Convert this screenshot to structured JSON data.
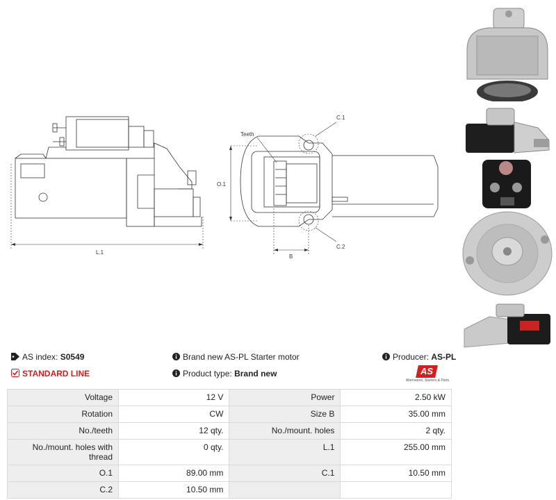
{
  "header": {
    "as_index_label": "AS index:",
    "as_index_value": "S0549",
    "standard_line": "STANDARD LINE",
    "description": "Brand new AS-PL Starter motor",
    "product_type_label": "Product type:",
    "product_type_value": "Brand new",
    "producer_label": "Producer:",
    "producer_value": "AS-PL"
  },
  "logo": {
    "mark": "AS",
    "tagline": "Alternators, Starters & Parts"
  },
  "drawing_labels": {
    "l1": "L.1",
    "o1": "O.1",
    "teeth": "Teeth",
    "c1": "C.1",
    "c2": "C.2",
    "b": "B"
  },
  "specs": [
    [
      "Voltage",
      "12 V",
      "Power",
      "2.50 kW"
    ],
    [
      "Rotation",
      "CW",
      "Size B",
      "35.00 mm"
    ],
    [
      "No./teeth",
      "12 qty.",
      "No./mount. holes",
      "2 qty."
    ],
    [
      "No./mount. holes with thread",
      "0 qty.",
      "L.1",
      "255.00 mm"
    ],
    [
      "O.1",
      "89.00 mm",
      "C.1",
      "10.50 mm"
    ],
    [
      "C.2",
      "10.50 mm",
      "",
      ""
    ]
  ],
  "colors": {
    "standard_line_red": "#d21f1f",
    "label_bg": "#eeeeee",
    "border": "#d9d9d9"
  },
  "icons": [
    "tag-icon",
    "checkbox-icon",
    "info-icon"
  ]
}
